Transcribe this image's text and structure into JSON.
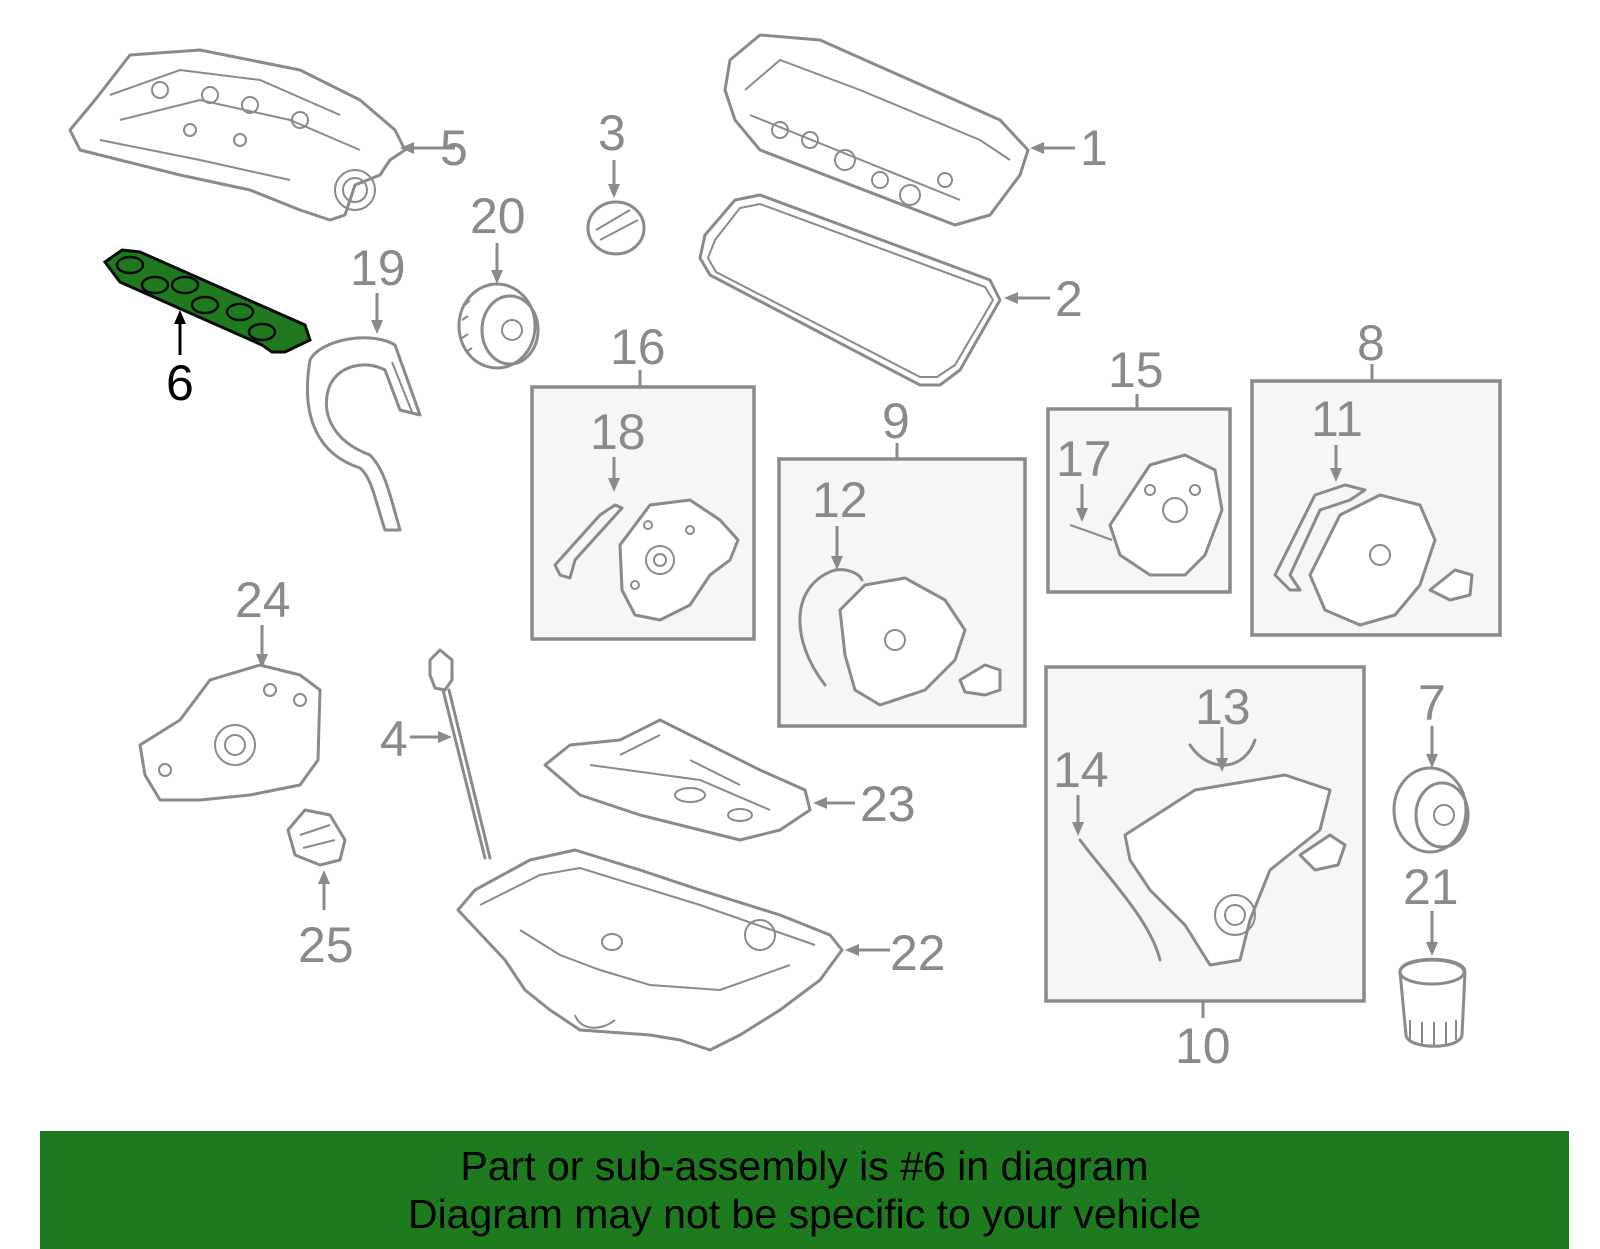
{
  "diagram": {
    "callouts": {
      "c1": "1",
      "c2": "2",
      "c3": "3",
      "c4": "4",
      "c5": "5",
      "c6": "6",
      "c7": "7",
      "c8": "8",
      "c9": "9",
      "c10": "10",
      "c11": "11",
      "c12": "12",
      "c13": "13",
      "c14": "14",
      "c15": "15",
      "c16": "16",
      "c17": "17",
      "c18": "18",
      "c19": "19",
      "c20": "20",
      "c21": "21",
      "c22": "22",
      "c23": "23",
      "c24": "24",
      "c25": "25"
    },
    "highlighted_part": "6",
    "highlight_color": "#1f7a1f",
    "part_color": "#8a8a8a"
  },
  "banner": {
    "line1": "Part or sub-assembly is #6 in diagram",
    "line2": "Diagram may not be specific to your vehicle",
    "background": "#1e7a1e"
  }
}
